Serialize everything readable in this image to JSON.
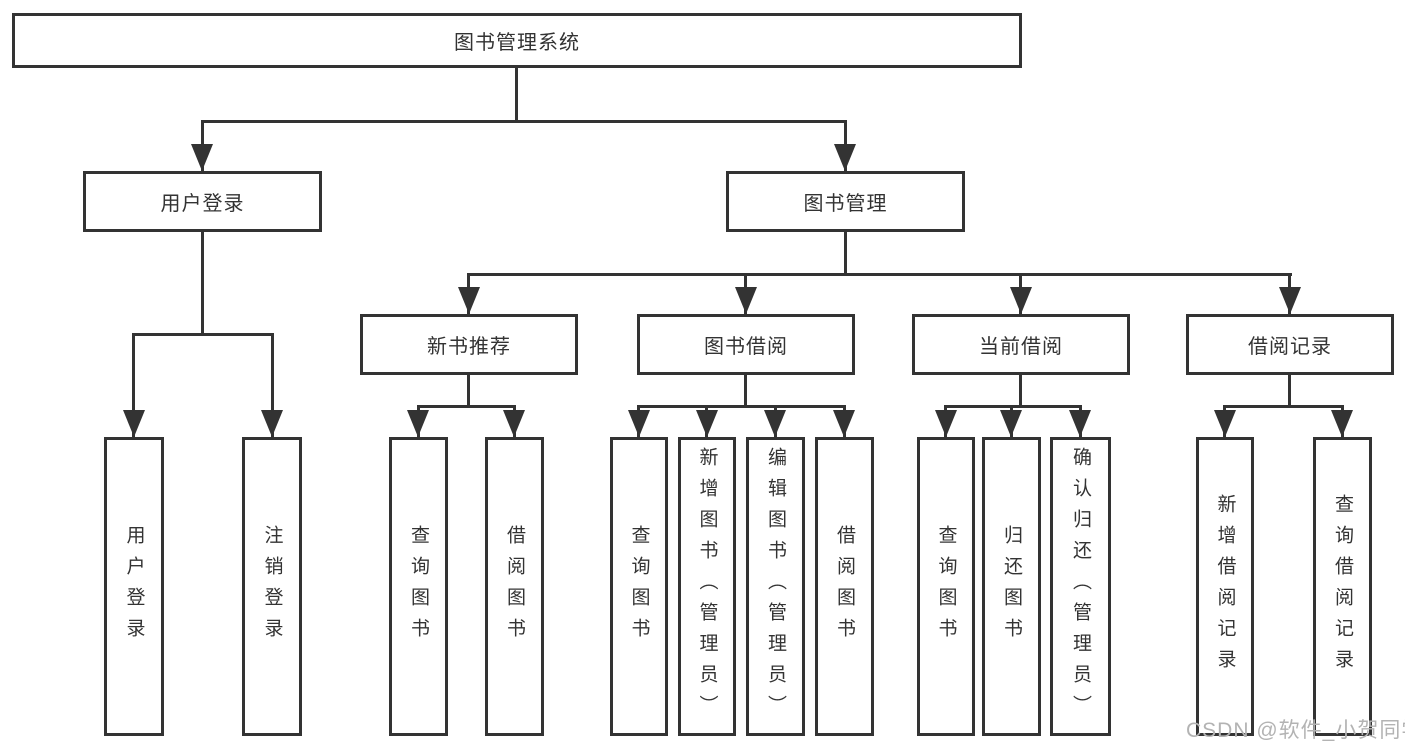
{
  "colors": {
    "line": "#333333",
    "text": "#333333",
    "background": "#ffffff",
    "watermark": "#b3b3b3"
  },
  "watermark": "CSDN @软件_小贺同学",
  "root": {
    "label": "图书管理系统",
    "children": [
      {
        "label": "用户登录",
        "children": [
          {
            "label": "用户登录"
          },
          {
            "label": "注销登录"
          }
        ]
      },
      {
        "label": "图书管理",
        "children": [
          {
            "label": "新书推荐",
            "children": [
              {
                "label": "查询图书"
              },
              {
                "label": "借阅图书"
              }
            ]
          },
          {
            "label": "图书借阅",
            "children": [
              {
                "label": "查询图书"
              },
              {
                "label": "新增图书（管理员）"
              },
              {
                "label": "编辑图书（管理员）"
              },
              {
                "label": "借阅图书"
              }
            ]
          },
          {
            "label": "当前借阅",
            "children": [
              {
                "label": "查询图书"
              },
              {
                "label": "归还图书"
              },
              {
                "label": "确认归还（管理员）"
              }
            ]
          },
          {
            "label": "借阅记录",
            "children": [
              {
                "label": "新增借阅记录"
              },
              {
                "label": "查询借阅记录"
              }
            ]
          }
        ]
      }
    ]
  }
}
